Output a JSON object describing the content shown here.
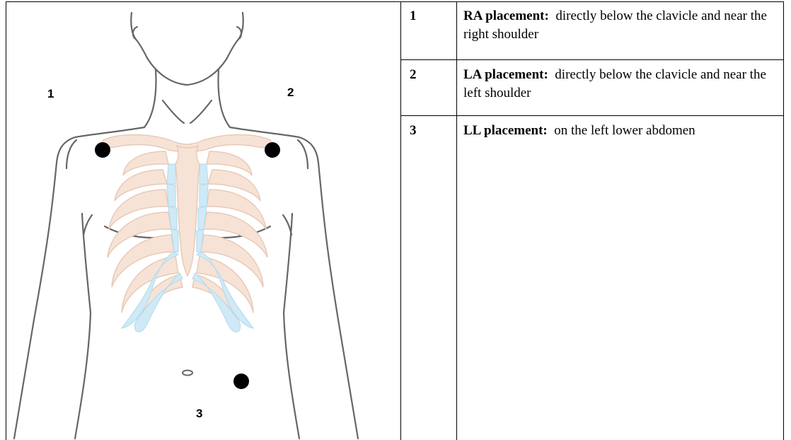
{
  "figure": {
    "callouts": [
      "1",
      "2",
      "3"
    ],
    "electrode_color": "#000000",
    "rib_color": "#f7e3d6",
    "cartilage_color": "#cfeaf6",
    "outline_color": "#666666"
  },
  "table": {
    "rows": [
      {
        "num": "1",
        "term": "RA placement:",
        "text": "directly below the clavicle and near the right shoulder"
      },
      {
        "num": "2",
        "term": "LA placement:",
        "text": "directly below the clavicle and near the left shoulder"
      },
      {
        "num": "3",
        "term": "LL placement:",
        "text": "on the left lower abdomen"
      }
    ]
  }
}
